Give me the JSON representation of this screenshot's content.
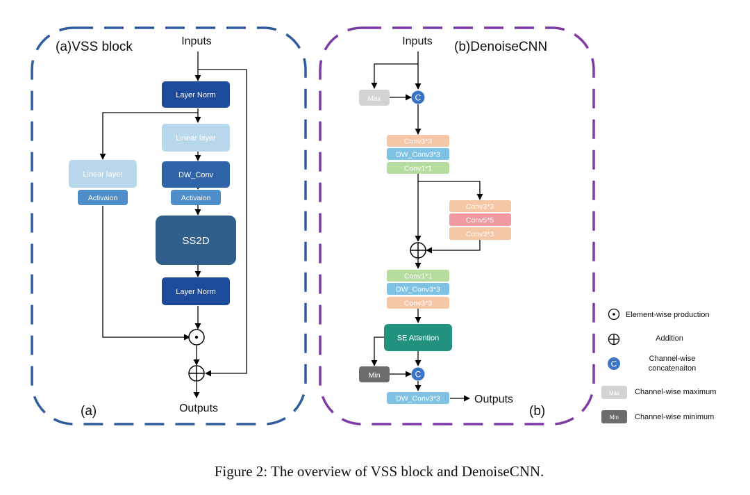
{
  "panel_a": {
    "title": "(a)VSS block",
    "tag": "(a)",
    "inputs": "Inputs",
    "outputs": "Outputs",
    "layer_norm_top": "Layer Norm",
    "linear_layer_right": "Linear layer",
    "dw_conv": "DW_Conv",
    "activation_right": "Activaion",
    "ss2d": "SS2D",
    "layer_norm_bottom": "Layer Norm",
    "linear_layer_left": "Linear layer",
    "activation_left": "Activaion"
  },
  "panel_b": {
    "title": "(b)DenoiseCNN",
    "tag": "(b)",
    "inputs": "Inputs",
    "outputs": "Outputs",
    "max": "Max",
    "min": "Min",
    "concat_symbol": "C",
    "stack1": [
      "Conv3*3",
      "DW_Conv3*3",
      "Conv1*1"
    ],
    "stack_side": [
      "Conv3*3",
      "Conv5*5",
      "Conv3*3"
    ],
    "stack2": [
      "Conv1*1",
      "DW_Conv3*3",
      "Conv3*3"
    ],
    "se_attention": "SE Attention",
    "final_conv": "DW_Conv3*3"
  },
  "legend": {
    "elementwise": "Element-wise production",
    "addition": "Addition",
    "concat_line1": "Channel-wise",
    "concat_line2": "concatenaiton",
    "concat_symbol": "C",
    "max_symbol": "Max",
    "max_label": "Channel-wise maximum",
    "min_symbol": "Min",
    "min_label": "Channel-wise minimum"
  },
  "caption": "Figure 2: The overview of VSS block and DenoiseCNN.",
  "colors": {
    "panel_a_border": "#2f5c9e",
    "panel_b_border": "#7d3aa6",
    "dark_blue": "#1d4a9a",
    "mid_blue": "#3a78bd",
    "light_blue": "#b7d7ea",
    "ss2d": "#2f5f8a",
    "peach": "#f6c7a6",
    "sky": "#7ec3e3",
    "green": "#b6dc9f",
    "pink": "#ee9aa0",
    "teal": "#22927f",
    "grey_light": "#d3d3d3",
    "grey_dark": "#6c6c6c",
    "concat_blue": "#3b73c6"
  }
}
